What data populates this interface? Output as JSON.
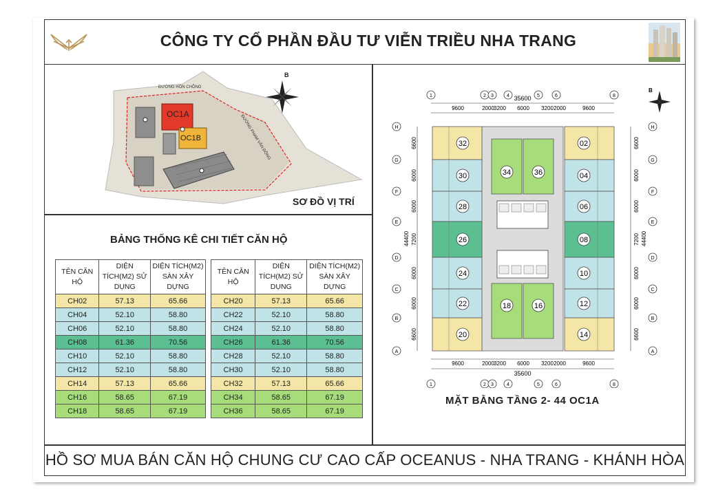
{
  "header": {
    "title": "CÔNG TY CỔ PHẦN ĐẦU TƯ VIỄN TRIỀU NHA TRANG"
  },
  "site": {
    "title": "SƠ ĐỒ VỊ TRÍ",
    "compass": "B",
    "road1": "ĐƯỜNG HÒN CHỒNG",
    "road2": "ĐƯỜNG PHẠM VĂN ĐỒNG",
    "block_a": "OC1A",
    "block_b": "OC1B"
  },
  "stats": {
    "title": "BẢNG THỐNG KÊ CHI TIẾT CĂN HỘ",
    "headers": [
      "TÊN CĂN HỘ",
      "DIỆN TÍCH(M2) SỬ DỤNG",
      "DIỆN TÍCH(M2) SÀN XÂY DỰNG"
    ],
    "left_rows": [
      {
        "name": "CH02",
        "used": "57.13",
        "built": "65.66",
        "color": "#f3e6a6"
      },
      {
        "name": "CH04",
        "used": "52.10",
        "built": "58.80",
        "color": "#bfe3e6"
      },
      {
        "name": "CH06",
        "used": "52.10",
        "built": "58.80",
        "color": "#bfe3e6"
      },
      {
        "name": "CH08",
        "used": "61.36",
        "built": "70.56",
        "color": "#5bbf92"
      },
      {
        "name": "CH10",
        "used": "52.10",
        "built": "58.80",
        "color": "#bfe3e6"
      },
      {
        "name": "CH12",
        "used": "52.10",
        "built": "58.80",
        "color": "#bfe3e6"
      },
      {
        "name": "CH14",
        "used": "57.13",
        "built": "65.66",
        "color": "#f3e6a6"
      },
      {
        "name": "CH16",
        "used": "58.65",
        "built": "67.19",
        "color": "#a6dd7a"
      },
      {
        "name": "CH18",
        "used": "58.65",
        "built": "67.19",
        "color": "#a6dd7a"
      }
    ],
    "right_rows": [
      {
        "name": "CH20",
        "used": "57.13",
        "built": "65.66",
        "color": "#f3e6a6"
      },
      {
        "name": "CH22",
        "used": "52.10",
        "built": "58.80",
        "color": "#bfe3e6"
      },
      {
        "name": "CH24",
        "used": "52.10",
        "built": "58.80",
        "color": "#bfe3e6"
      },
      {
        "name": "CH26",
        "used": "61.36",
        "built": "70.56",
        "color": "#5bbf92"
      },
      {
        "name": "CH28",
        "used": "52.10",
        "built": "58.80",
        "color": "#bfe3e6"
      },
      {
        "name": "CH30",
        "used": "52.10",
        "built": "58.80",
        "color": "#bfe3e6"
      },
      {
        "name": "CH32",
        "used": "57.13",
        "built": "65.66",
        "color": "#f3e6a6"
      },
      {
        "name": "CH34",
        "used": "58.65",
        "built": "67.19",
        "color": "#a6dd7a"
      },
      {
        "name": "CH36",
        "used": "58.65",
        "built": "67.19",
        "color": "#a6dd7a"
      }
    ]
  },
  "plan": {
    "title": "MẶT BẰNG TẦNG 2- 44 OC1A",
    "compass": "B",
    "col_axes": [
      "1",
      "2",
      "3",
      "4",
      "5",
      "6",
      "8"
    ],
    "row_axes": [
      "H",
      "G",
      "F",
      "E",
      "D",
      "C",
      "B",
      "A"
    ],
    "top_total": "35600",
    "bottom_total": "35600",
    "top_dims": [
      "9600",
      "2000",
      "3200",
      "6000",
      "3200",
      "2000",
      "9600"
    ],
    "bottom_dims": [
      "9600",
      "2000",
      "3200",
      "6000",
      "3200",
      "2000",
      "9600"
    ],
    "left_dims": [
      "6600",
      "6000",
      "6000",
      "7200",
      "6000",
      "6000",
      "6600"
    ],
    "right_dims": [
      "6600",
      "6000",
      "6000",
      "7200",
      "6000",
      "6000",
      "6600"
    ],
    "left_total": "44400",
    "right_total": "44400",
    "left_units": [
      "32",
      "30",
      "28",
      "26",
      "24",
      "22",
      "20"
    ],
    "right_units": [
      "02",
      "04",
      "06",
      "08",
      "10",
      "12",
      "14"
    ],
    "center_top_units": [
      "34",
      "36"
    ],
    "center_bottom_units": [
      "18",
      "16"
    ],
    "colors": {
      "yellow": "#f3e6a6",
      "teal": "#bfe3e6",
      "green": "#5bbf92",
      "lime": "#a6dd7a",
      "core": "#dcdcdc"
    }
  },
  "footer": {
    "text": "HỒ SƠ MUA BÁN CĂN HỘ CHUNG CƯ CAO CẤP OCEANUS - NHA TRANG - KHÁNH HÒA"
  }
}
